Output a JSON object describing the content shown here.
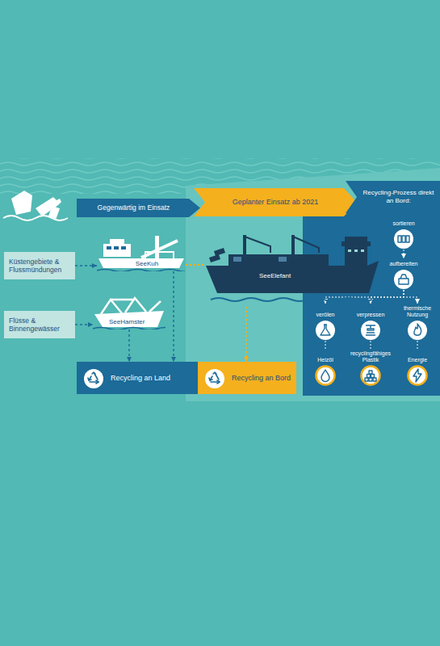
{
  "diagram": {
    "nodes": [
      {
        "text": [
          "Gegenwärtig im Einsatz"
        ]
      },
      {
        "text": [
          "Geplanter Einsatz ab 2021"
        ]
      },
      {
        "text": [
          "Recycling-Prozess direkt an Bord:"
        ]
      },
      {
        "text": [
          "sortieren"
        ]
      },
      {
        "text": [
          "Küstengebiete & Flussmündungen"
        ]
      },
      {
        "text": [
          "SeeKuh"
        ]
      },
      {
        "text": [
          "SeeElefant"
        ]
      },
      {
        "text": [
          "aufbereiten"
        ]
      },
      {
        "text": [
          "Flüsse & Binnengewässer"
        ]
      },
      {
        "text": [
          "SeeHamster"
        ]
      },
      {
        "text": [
          "verölen"
        ]
      },
      {
        "text": [
          "verpressen"
        ]
      },
      {
        "text": [
          "thermische Nutzung"
        ]
      },
      {
        "text": [
          "Heizöl"
        ]
      },
      {
        "text": [
          "recyclingfähiges Plastik"
        ]
      },
      {
        "text": [
          "Energie"
        ]
      },
      {
        "text": [
          "Recycling an Land"
        ]
      },
      {
        "text": [
          "Recycling an Bord"
        ]
      }
    ],
    "edges": [
      {
        "from": 4,
        "to": 5,
        "arrow": "to"
      },
      {
        "from": 8,
        "to": 9,
        "arrow": "to"
      },
      {
        "from": 5,
        "to": 16,
        "arrow": "to"
      },
      {
        "from": 9,
        "to": 16,
        "arrow": "to"
      },
      {
        "from": 5,
        "to": 6,
        "arrow": "none"
      },
      {
        "from": 6,
        "to": 17,
        "arrow": "to"
      },
      {
        "from": 3,
        "to": 7,
        "arrow": "to"
      },
      {
        "from": 7,
        "to": 10,
        "arrow": "to"
      },
      {
        "from": 7,
        "to": 11,
        "arrow": "to"
      },
      {
        "from": 7,
        "to": 12,
        "arrow": "to"
      },
      {
        "from": 10,
        "to": 13,
        "arrow": "none"
      },
      {
        "from": 11,
        "to": 14,
        "arrow": "none"
      },
      {
        "from": 12,
        "to": 15,
        "arrow": "none"
      }
    ]
  }
}
